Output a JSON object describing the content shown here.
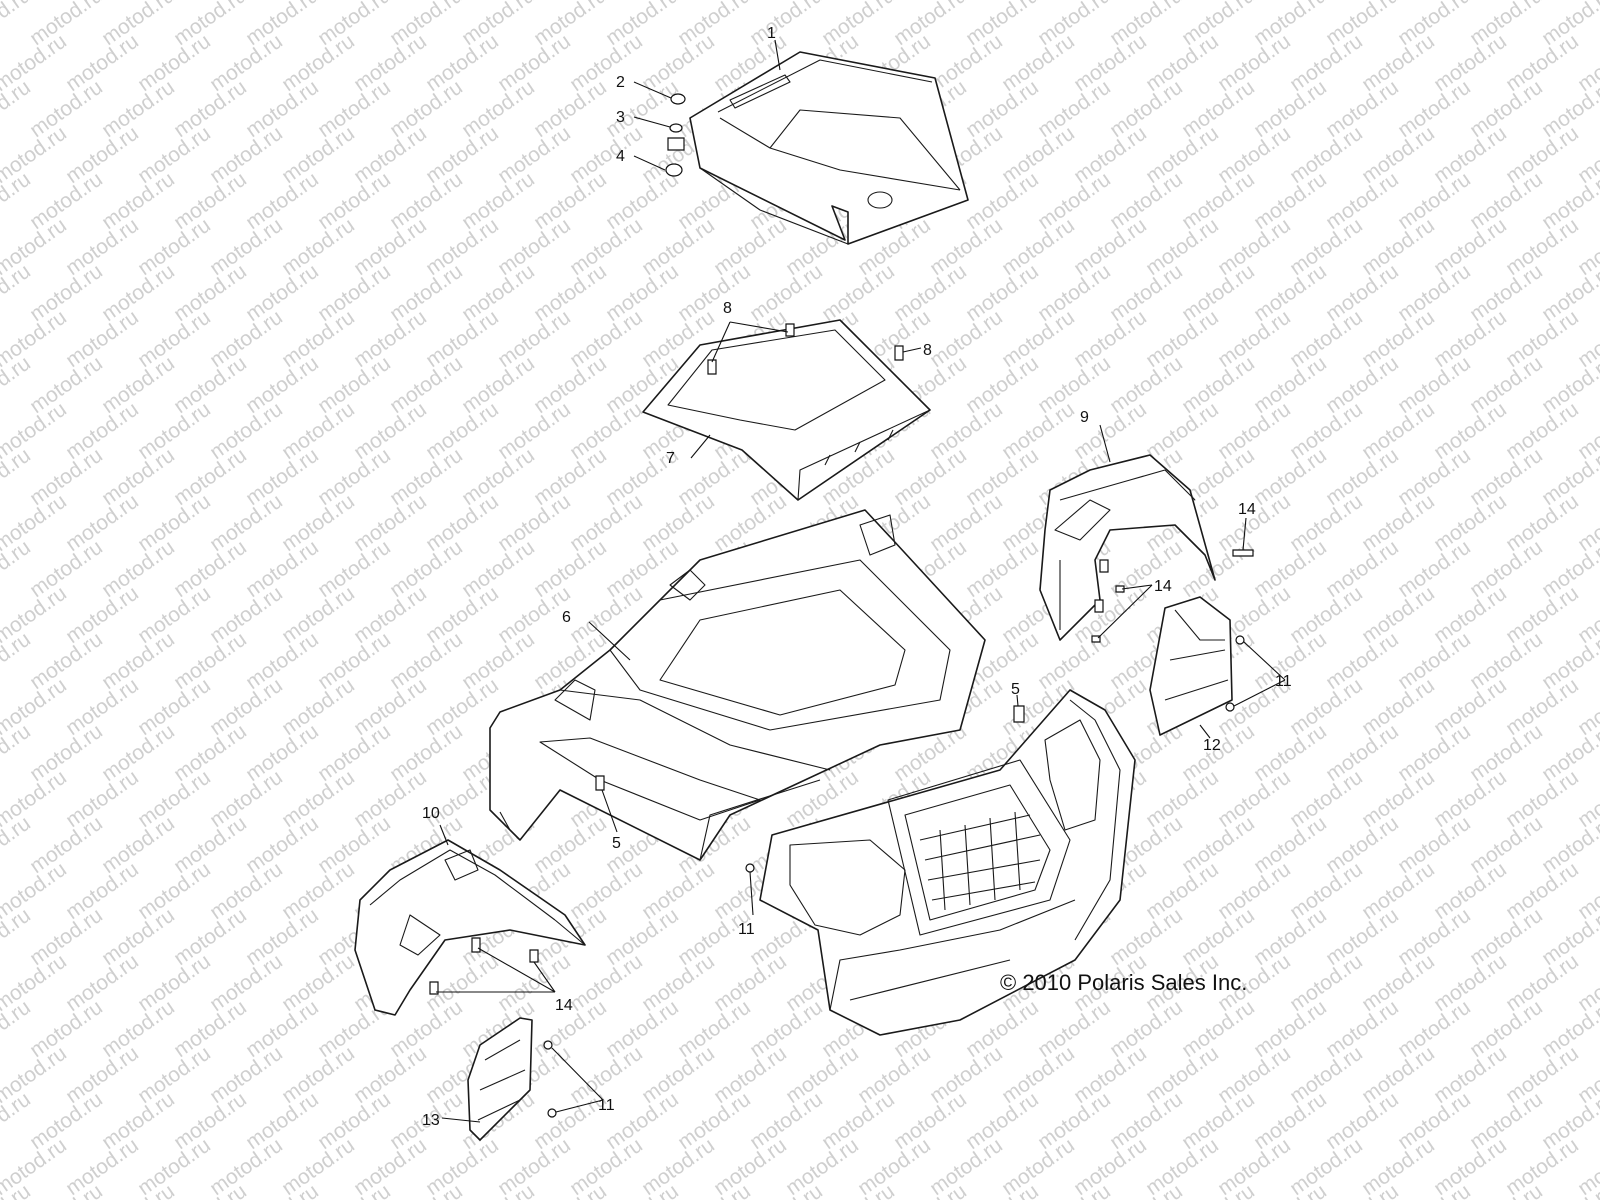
{
  "watermark": "motod.ru",
  "copyright": "© 2010 Polaris Sales Inc.",
  "callouts": [
    {
      "id": "c1",
      "label": "1"
    },
    {
      "id": "c2",
      "label": "2"
    },
    {
      "id": "c3",
      "label": "3"
    },
    {
      "id": "c4",
      "label": "4"
    },
    {
      "id": "c5a",
      "label": "5"
    },
    {
      "id": "c5b",
      "label": "5"
    },
    {
      "id": "c6",
      "label": "6"
    },
    {
      "id": "c7",
      "label": "7"
    },
    {
      "id": "c8a",
      "label": "8"
    },
    {
      "id": "c8b",
      "label": "8"
    },
    {
      "id": "c9",
      "label": "9"
    },
    {
      "id": "c10",
      "label": "10"
    },
    {
      "id": "c11a",
      "label": "11"
    },
    {
      "id": "c11b",
      "label": "11"
    },
    {
      "id": "c11c",
      "label": "11"
    },
    {
      "id": "c12",
      "label": "12"
    },
    {
      "id": "c13",
      "label": "13"
    },
    {
      "id": "c14a",
      "label": "14"
    },
    {
      "id": "c14b",
      "label": "14"
    },
    {
      "id": "c14c",
      "label": "14"
    }
  ]
}
